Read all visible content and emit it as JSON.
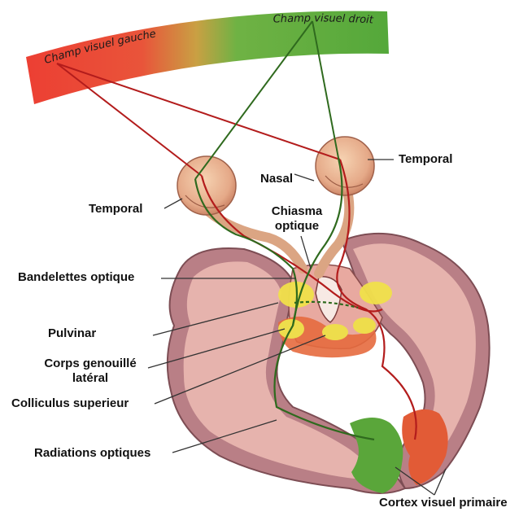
{
  "fields": {
    "left": "Champ visuel gauche",
    "right": "Champ visuel droit"
  },
  "labels": {
    "temporal_right": "Temporal",
    "nasal": "Nasal",
    "temporal_left": "Temporal",
    "chiasma_line1": "Chiasma",
    "chiasma_line2": "optique",
    "bandelettes": "Bandelettes optique",
    "pulvinar": "Pulvinar",
    "corps_line1": "Corps genouillé",
    "corps_line2": "latéral",
    "colliculus": "Colliculus superieur",
    "radiations": "Radiations optiques",
    "cortex": "Cortex visuel primaire"
  },
  "colors": {
    "left_field": "#e8453a",
    "right_field": "#55a83a",
    "brain": "#c98e94",
    "brain_inner": "#e7b2ac",
    "pathway_red": "#b31c1c",
    "pathway_green": "#2f6a1e",
    "nucleus": "#f0e04a"
  }
}
